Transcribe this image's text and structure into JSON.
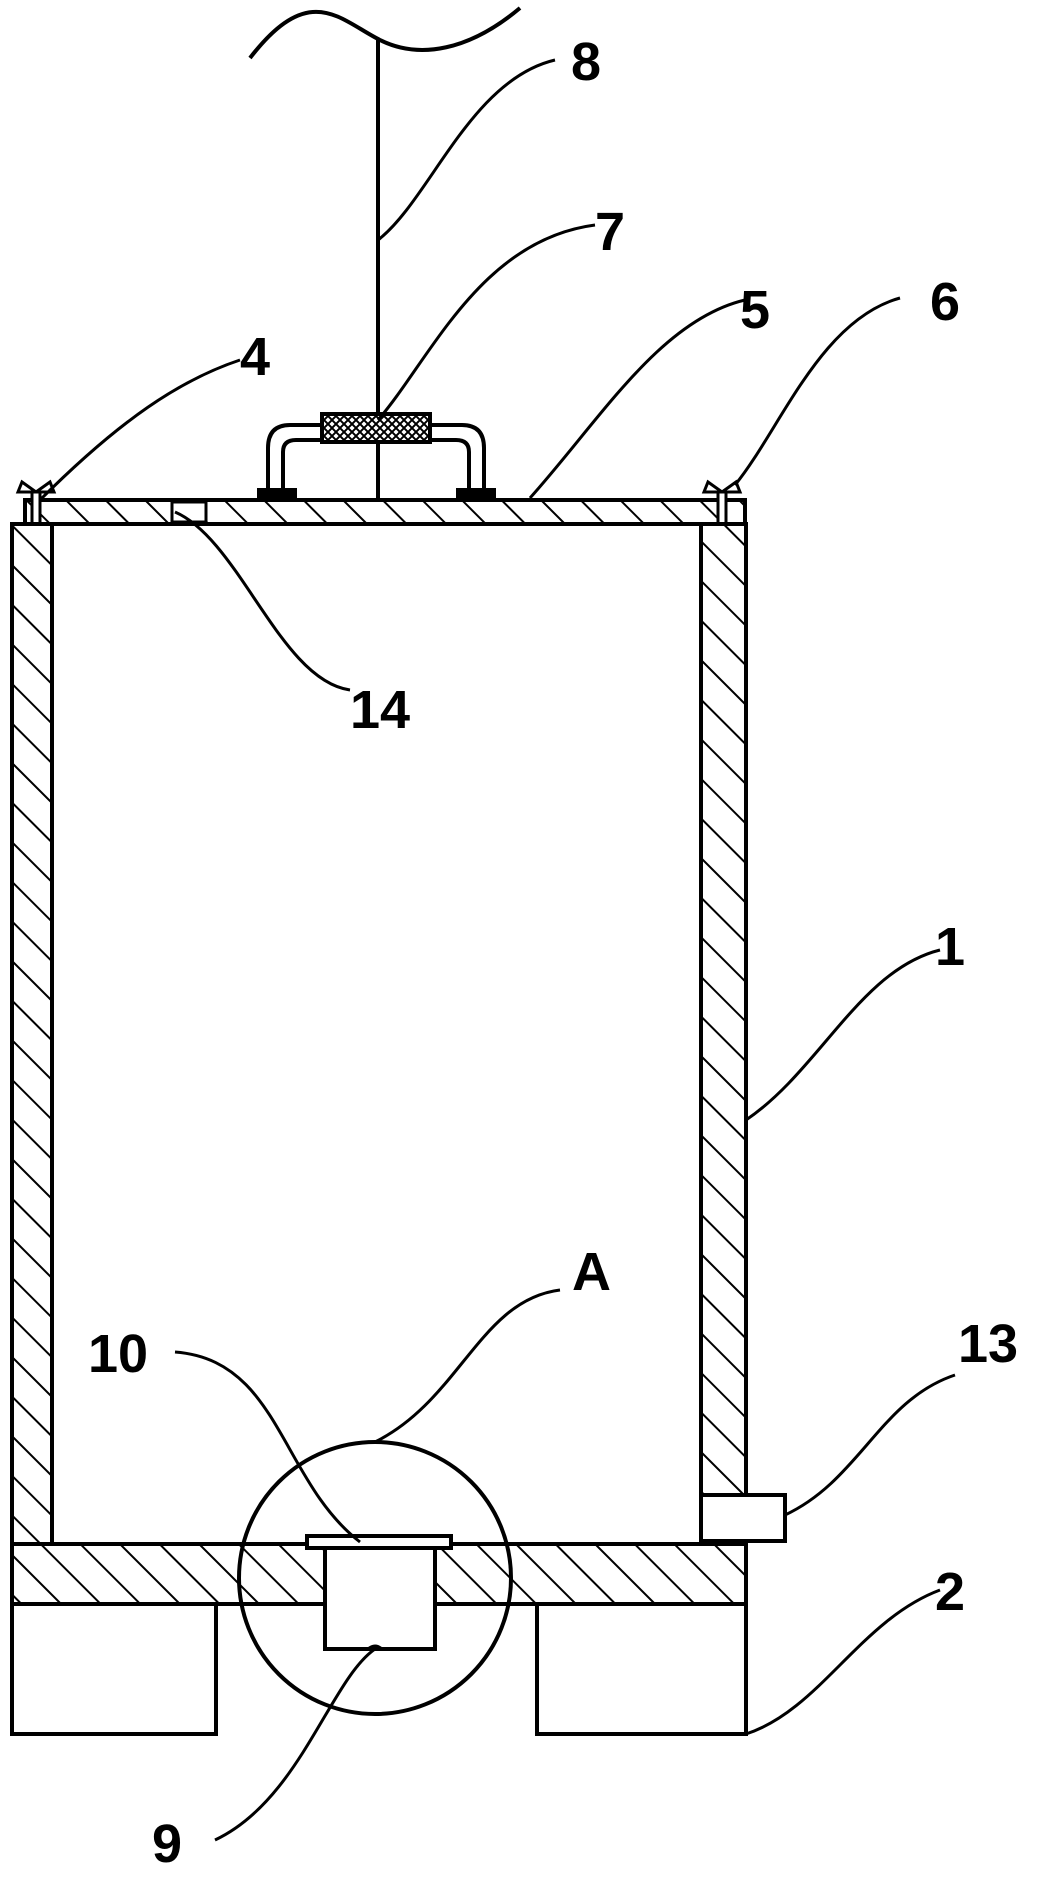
{
  "labels": {
    "l1": "1",
    "l2": "2",
    "l4": "4",
    "l5": "5",
    "l6": "6",
    "l7": "7",
    "l8": "8",
    "l9": "9",
    "l10": "10",
    "l13": "13",
    "l14": "14",
    "lA": "A"
  },
  "colors": {
    "line": "#000000",
    "background": "#ffffff"
  }
}
